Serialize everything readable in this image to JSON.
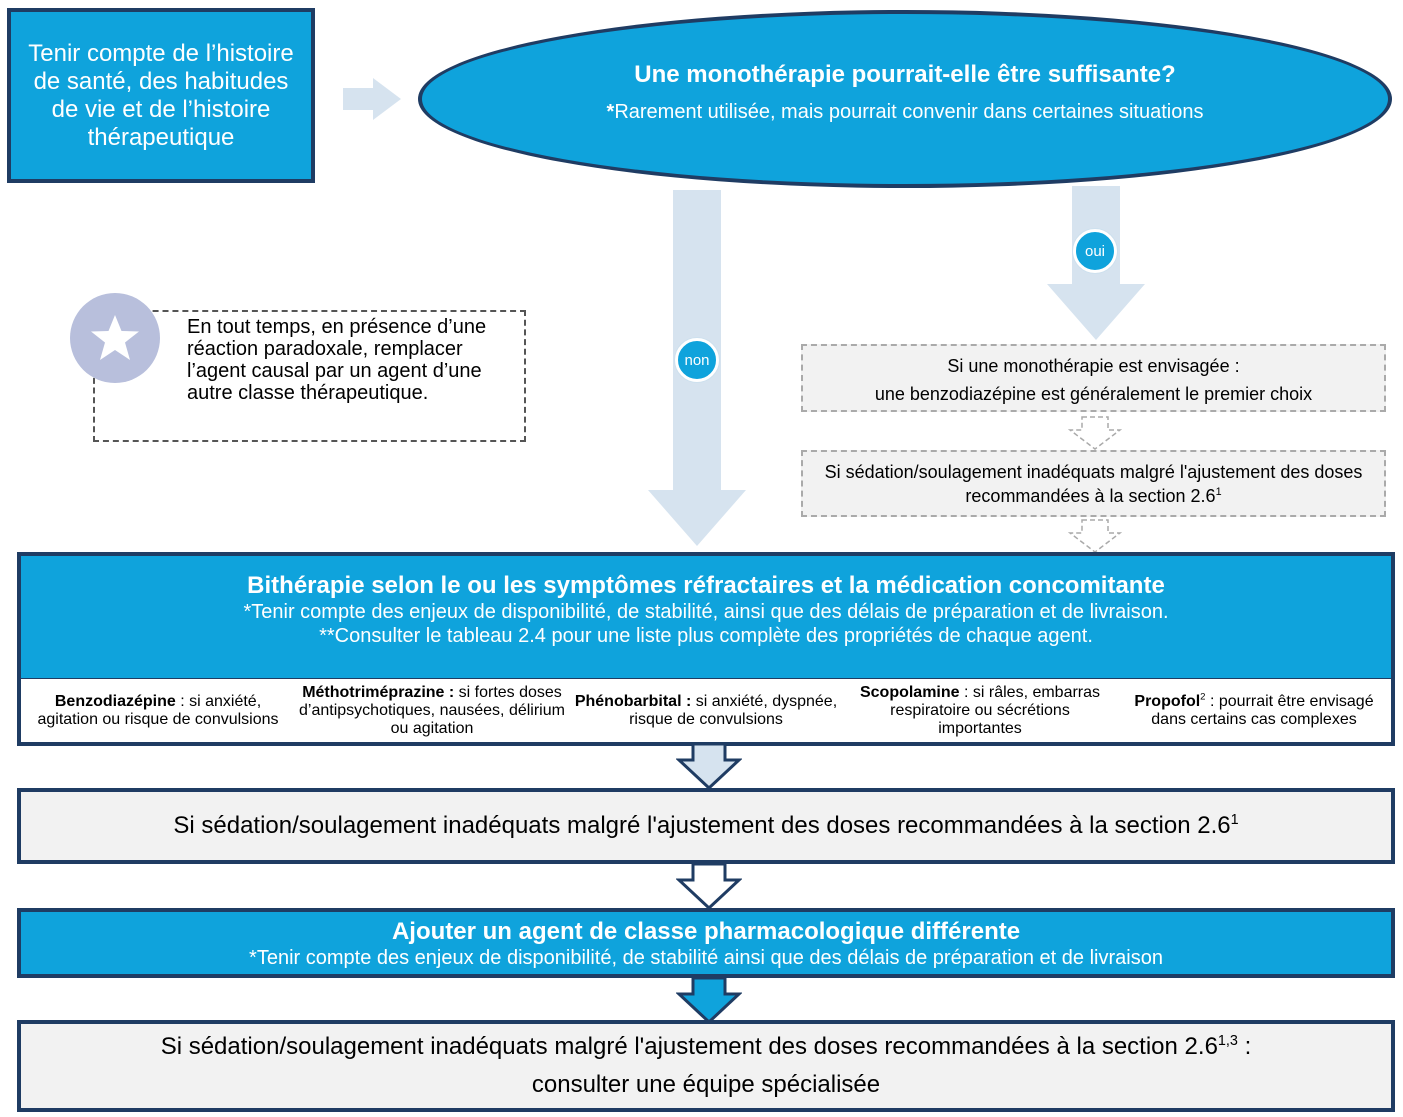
{
  "start_box": {
    "text": "Tenir compte de l’histoire de santé, des habitudes de vie et de l’histoire thérapeutique"
  },
  "question": {
    "title": "Une monothérapie pourrait-elle être suffisante?",
    "note_star": "*",
    "note": "Rarement utilisée, mais pourrait convenir dans certaines situations"
  },
  "branches": {
    "yes_label": "oui",
    "no_label": "non"
  },
  "star_note": {
    "text": "En tout temps, en présence d’une réaction paradoxale, remplacer l’agent causal par un agent d’une autre classe thérapeutique."
  },
  "monotherapy": {
    "line1": "Si une monothérapie est envisagée  :",
    "line2": "une benzodiazépine est généralement le premier choix",
    "inadequate_text": "Si sédation/soulagement inadéquats malgré l'ajustement des doses recommandées à la section 2.6",
    "inadequate_sup": "1"
  },
  "bitherapy": {
    "title": "Bithérapie selon le ou les symptômes réfractaires et la médication concomitante",
    "note1": "*Tenir compte des enjeux de disponibilité, de stabilité, ainsi que des délais de préparation et de livraison.",
    "note2": "**Consulter le tableau 2.4 pour une liste plus complète des propriétés de chaque agent.",
    "agents": [
      {
        "name": "Benzodiazépine",
        "sup": "",
        "desc": " : si anxiété, agitation ou risque de convulsions"
      },
      {
        "name": "Méthotriméprazine :",
        "sup": "",
        "desc": " si fortes doses d’antipsychotiques, nausées, délirium ou agitation"
      },
      {
        "name": "Phénobarbital :",
        "sup": "",
        "desc": " si anxiété, dyspnée, risque de convulsions"
      },
      {
        "name": "Scopolamine",
        "sup": "",
        "desc": " : si râles, embarras respiratoire ou sécrétions importantes"
      },
      {
        "name": "Propofol",
        "sup": "2",
        "desc": " :  pourrait être envisagé dans certains cas complexes"
      }
    ]
  },
  "step2": {
    "text": "Si sédation/soulagement inadéquats malgré l'ajustement des doses recommandées à la section 2.6",
    "sup": "1"
  },
  "step3": {
    "title": "Ajouter un agent de classe pharmacologique différente",
    "note": "*Tenir compte des enjeux de disponibilité, de stabilité ainsi que des délais de préparation et de livraison"
  },
  "step4": {
    "text": "Si sédation/soulagement inadéquats malgré l'ajustement des doses recommandées à la section 2.6",
    "sup": "1,3",
    "suffix": " :",
    "line2": "consulter une équipe spécialisée"
  },
  "colors": {
    "blue": "#0fa3dc",
    "navy": "#1f3c63",
    "light_arrow": "#d6e3ef",
    "gray_fill": "#f2f2f2"
  }
}
